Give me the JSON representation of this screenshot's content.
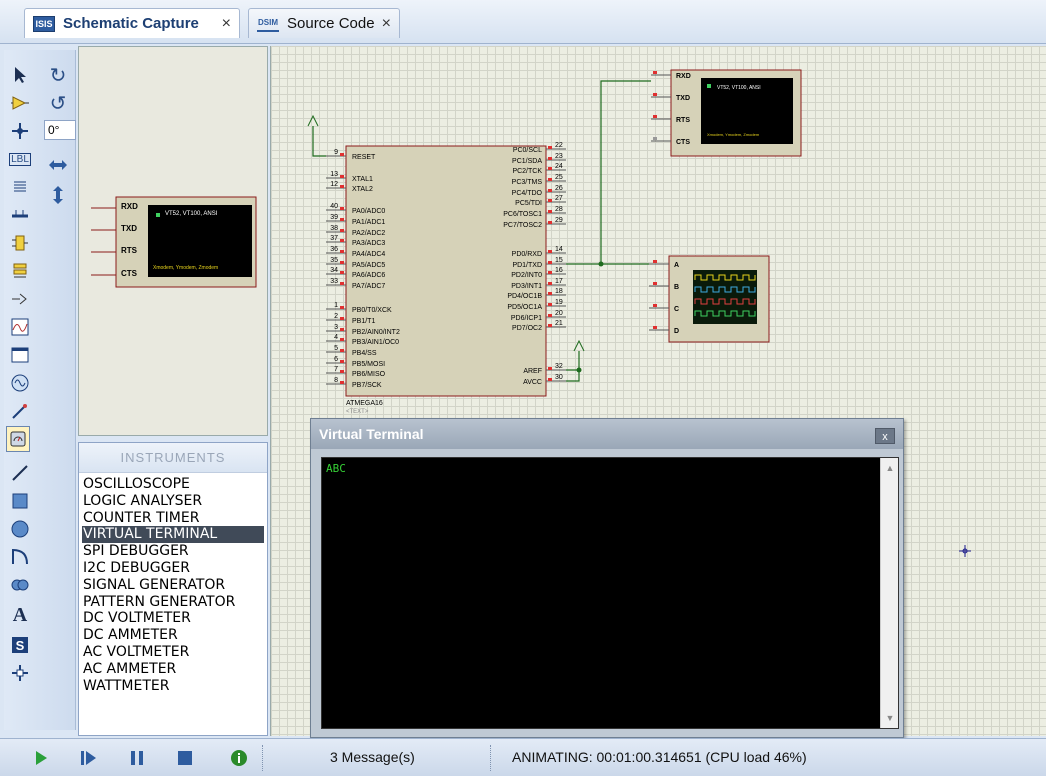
{
  "tabs": [
    {
      "label": "Schematic Capture",
      "icon": "isis-icon",
      "icon_text": "ISIS",
      "active": true
    },
    {
      "label": "Source Code",
      "icon": "source-code-icon",
      "icon_text": "DSIM",
      "active": false
    }
  ],
  "tab_close_glyph": "×",
  "toolbar": {
    "rotation_angle": "0°",
    "label_button_text": "LBL"
  },
  "instruments": {
    "header": "INSTRUMENTS",
    "items": [
      "OSCILLOSCOPE",
      "LOGIC ANALYSER",
      "COUNTER TIMER",
      "VIRTUAL TERMINAL",
      "SPI DEBUGGER",
      "I2C DEBUGGER",
      "SIGNAL GENERATOR",
      "PATTERN GENERATOR",
      "DC VOLTMETER",
      "DC AMMETER",
      "AC VOLTMETER",
      "AC AMMETER",
      "WATTMETER"
    ],
    "selected": "VIRTUAL TERMINAL"
  },
  "preview": {
    "terminal_pins": [
      "RXD",
      "TXD",
      "RTS",
      "CTS"
    ],
    "screen_title": "VT52, VT100, ANSI",
    "screen_footer": "Xmodem, Ymodem, Zmodem"
  },
  "schematic": {
    "mcu": {
      "name": "ATMEGA16",
      "text_placeholder": "<TEXT>",
      "left_pins": [
        {
          "num": "9",
          "name": "RESET"
        },
        {
          "num": "13",
          "name": "XTAL1"
        },
        {
          "num": "12",
          "name": "XTAL2"
        },
        {
          "num": "40",
          "name": "PA0/ADC0"
        },
        {
          "num": "39",
          "name": "PA1/ADC1"
        },
        {
          "num": "38",
          "name": "PA2/ADC2"
        },
        {
          "num": "37",
          "name": "PA3/ADC3"
        },
        {
          "num": "36",
          "name": "PA4/ADC4"
        },
        {
          "num": "35",
          "name": "PA5/ADC5"
        },
        {
          "num": "34",
          "name": "PA6/ADC6"
        },
        {
          "num": "33",
          "name": "PA7/ADC7"
        },
        {
          "num": "1",
          "name": "PB0/T0/XCK"
        },
        {
          "num": "2",
          "name": "PB1/T1"
        },
        {
          "num": "3",
          "name": "PB2/AIN0/INT2"
        },
        {
          "num": "4",
          "name": "PB3/AIN1/OC0"
        },
        {
          "num": "5",
          "name": "PB4/SS"
        },
        {
          "num": "6",
          "name": "PB5/MOSI"
        },
        {
          "num": "7",
          "name": "PB6/MISO"
        },
        {
          "num": "8",
          "name": "PB7/SCK"
        }
      ],
      "right_pins": [
        {
          "num": "22",
          "name": "PC0/SCL"
        },
        {
          "num": "23",
          "name": "PC1/SDA"
        },
        {
          "num": "24",
          "name": "PC2/TCK"
        },
        {
          "num": "25",
          "name": "PC3/TMS"
        },
        {
          "num": "26",
          "name": "PC4/TDO"
        },
        {
          "num": "27",
          "name": "PC5/TDI"
        },
        {
          "num": "28",
          "name": "PC6/TOSC1"
        },
        {
          "num": "29",
          "name": "PC7/TOSC2"
        },
        {
          "num": "14",
          "name": "PD0/RXD"
        },
        {
          "num": "15",
          "name": "PD1/TXD"
        },
        {
          "num": "16",
          "name": "PD2/INT0"
        },
        {
          "num": "17",
          "name": "PD3/INT1"
        },
        {
          "num": "18",
          "name": "PD4/OC1B"
        },
        {
          "num": "19",
          "name": "PD5/OC1A"
        },
        {
          "num": "20",
          "name": "PD6/ICP1"
        },
        {
          "num": "21",
          "name": "PD7/OC2"
        },
        {
          "num": "32",
          "name": "AREF"
        },
        {
          "num": "30",
          "name": "AVCC"
        }
      ]
    },
    "terminal": {
      "pins": [
        "RXD",
        "TXD",
        "RTS",
        "CTS"
      ],
      "screen_title": "VT52, VT100, ANSI",
      "screen_footer": "Xmodem, Ymodem, Zmodem"
    },
    "oscilloscope": {
      "channels": [
        "A",
        "B",
        "C",
        "D"
      ],
      "trace_colors": [
        "#e6d21c",
        "#3fa9e0",
        "#e04040",
        "#3fd060"
      ]
    }
  },
  "virtual_terminal": {
    "title": "Virtual Terminal",
    "close_glyph": "x",
    "output": "ABC"
  },
  "statusbar": {
    "messages": "3 Message(s)",
    "status": "ANIMATING: 00:01:00.314651 (CPU load 46%)"
  },
  "colors": {
    "wire": "#1e6b1e",
    "component_fill": "#d6d2b8",
    "component_border": "#8b1a1a",
    "pin_marker": "#e03030",
    "terminal_text": "#36d036"
  }
}
